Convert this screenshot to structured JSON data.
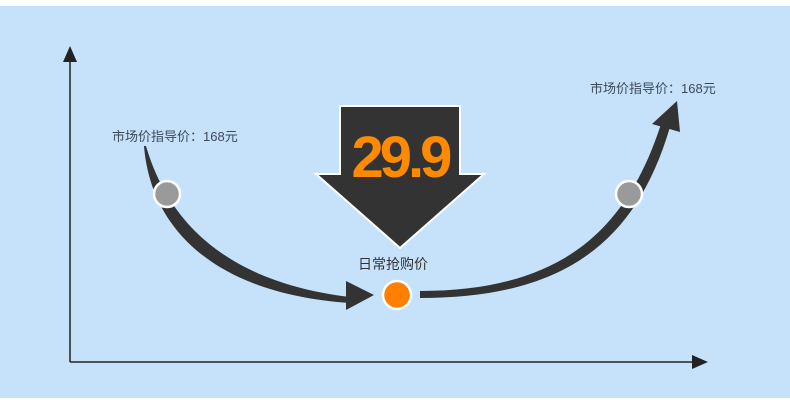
{
  "points": {
    "left_label": "市场价指导价：168元",
    "right_label": "市场价指导价：168元",
    "center_label": "日常抢购价"
  },
  "price": {
    "value": "29.9",
    "color": "#ff8a00"
  },
  "colors": {
    "background": "#c5e2fa",
    "arrow": "#333333",
    "marker_grey": "#9a9a9a",
    "marker_orange": "#ff8000"
  }
}
